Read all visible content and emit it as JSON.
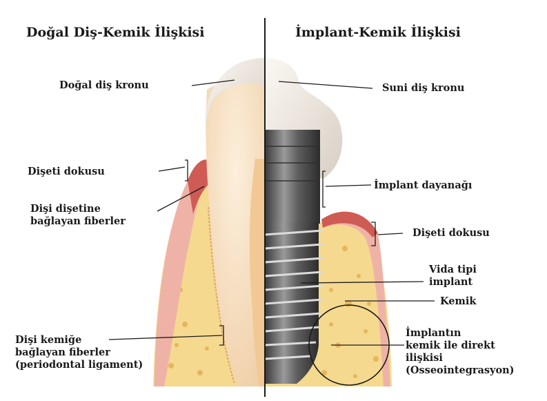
{
  "titles": {
    "left": "Doğal Diş-Kemik İlişkisi",
    "right": "İmplant-Kemik İlişkisi"
  },
  "labels": {
    "natural_crown": "Doğal diş kronu",
    "gingiva_left": "Dişeti dokusu",
    "gingival_fibers": [
      "Dişi dişetine",
      "bağlayan fiberler"
    ],
    "periodontal_ligament": [
      "Dişi kemiğe",
      "bağlayan fiberler",
      "(periodontal ligament)"
    ],
    "artificial_crown": "Suni diş kronu",
    "abutment": "İmplant dayanağı",
    "gingiva_right": "Dişeti dokusu",
    "screw_implant": [
      "Vida tipi",
      "implant"
    ],
    "bone": "Kemik",
    "osseointegration": [
      "İmplantın",
      "kemik ile direkt",
      "ilişkisi",
      "(Osseointegrasyon)"
    ]
  },
  "colors": {
    "bone": "#f4d98f",
    "bone_spots": "#e0a94e",
    "gingiva": "#e79a8c",
    "gingiva_edge": "#c8484a",
    "tooth": "#f7e3cc",
    "crown": "#f3ede5",
    "metal": "#6a6a6a"
  }
}
